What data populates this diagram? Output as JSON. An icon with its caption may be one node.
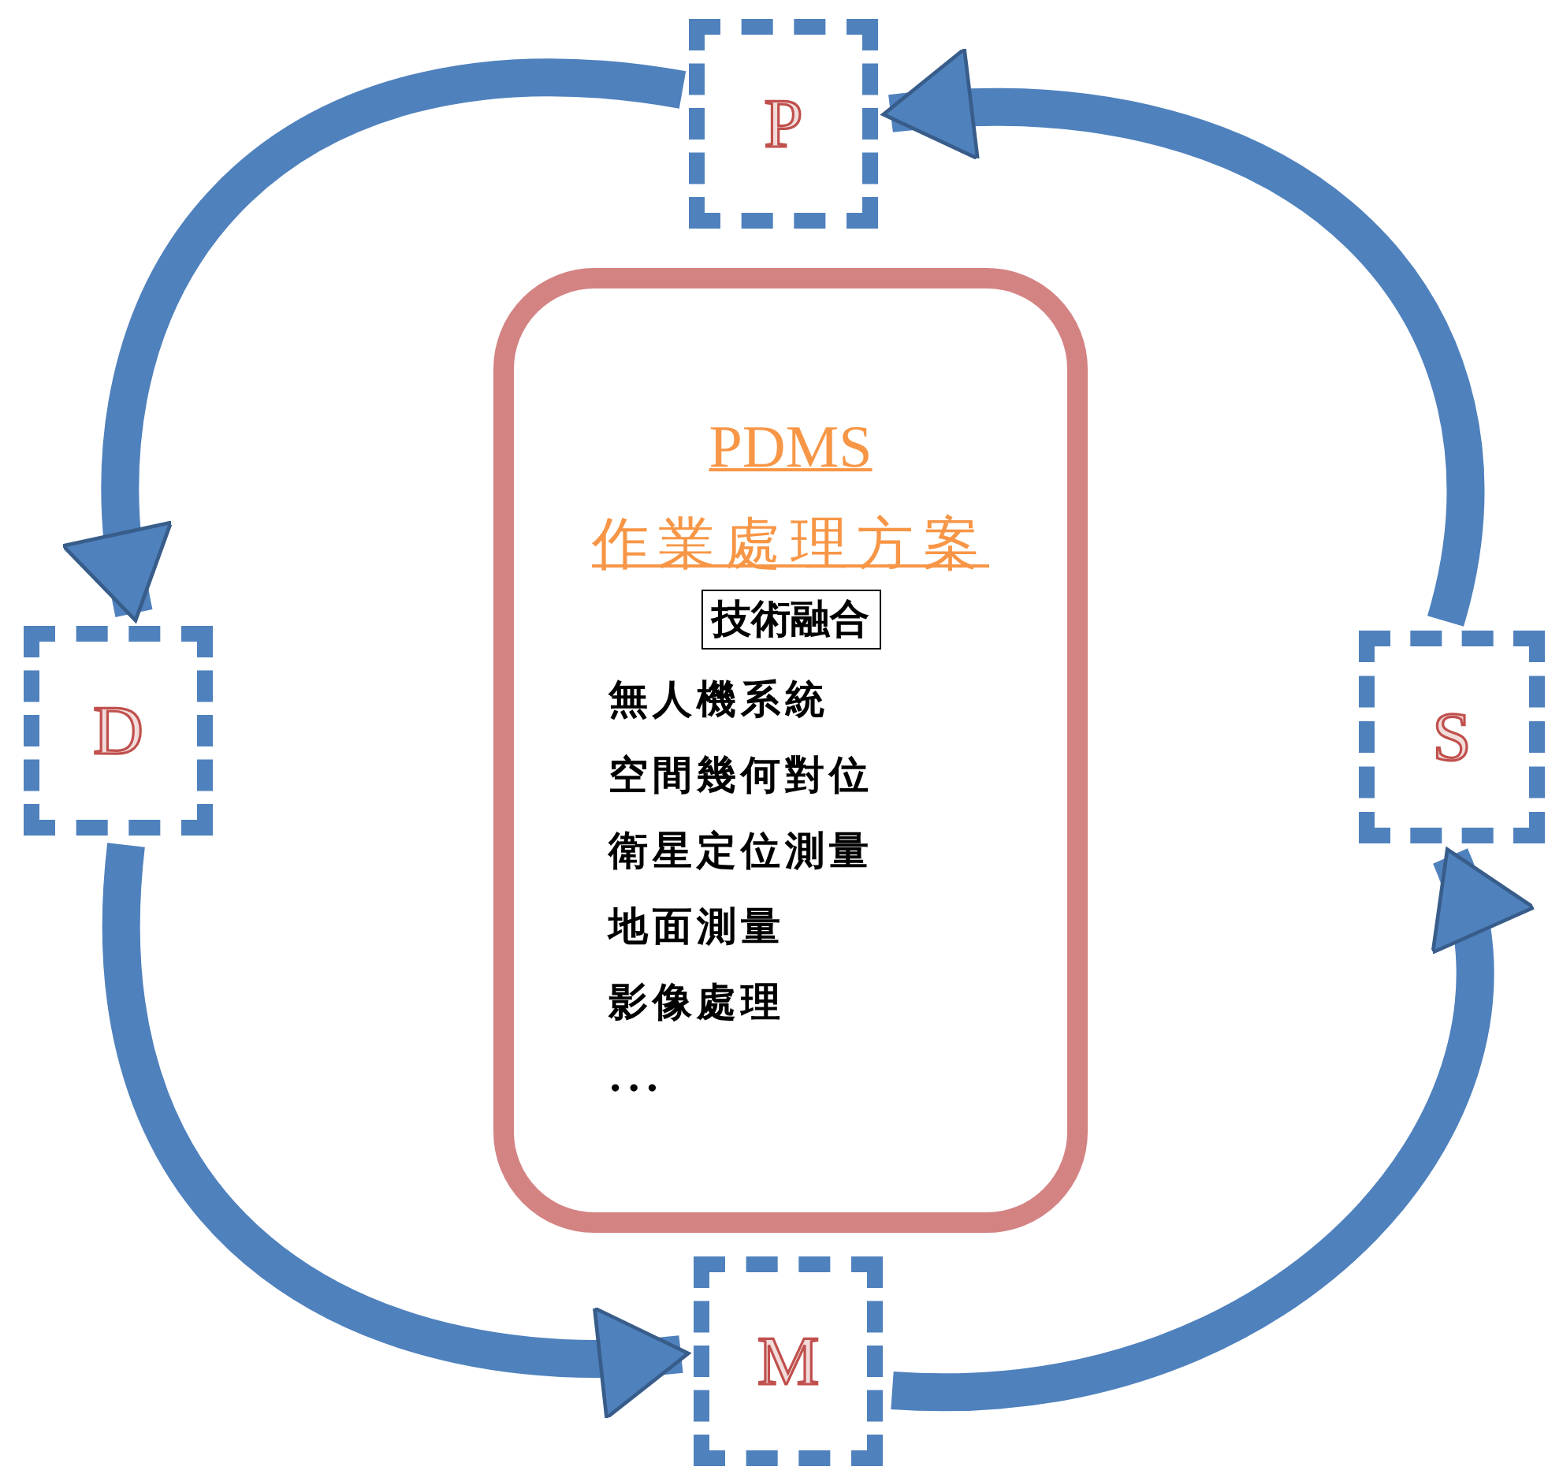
{
  "diagram": {
    "nodes": [
      {
        "text": [
          "P"
        ]
      },
      {
        "text": [
          "D"
        ]
      },
      {
        "text": [
          "PDMS",
          "作業處理方案",
          "無人機系統",
          "空間幾何對位",
          "衛星定位測量",
          "地面測量",
          "影像處理",
          "..."
        ]
      },
      {
        "text": [
          "技術融合"
        ],
        "in": 2
      },
      {
        "text": [
          "S"
        ]
      },
      {
        "text": [
          "M"
        ]
      }
    ],
    "edges": [
      {
        "from": 0,
        "to": 1,
        "arrow": "to"
      },
      {
        "from": 1,
        "to": 5,
        "arrow": "to"
      },
      {
        "from": 5,
        "to": 4,
        "arrow": "to"
      },
      {
        "from": 4,
        "to": 0,
        "arrow": "to"
      }
    ]
  }
}
